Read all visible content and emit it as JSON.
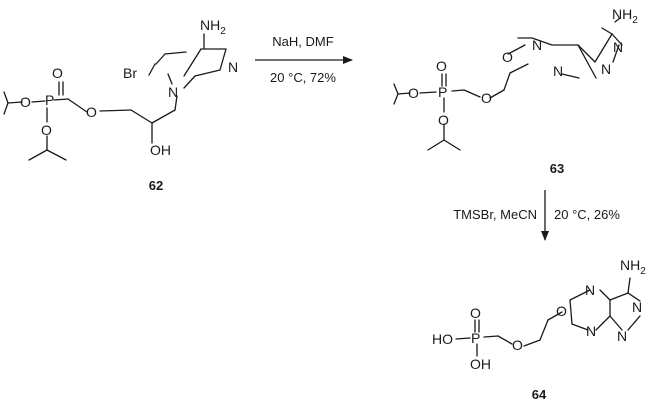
{
  "scheme": {
    "compounds": [
      {
        "id": "c62",
        "label": "62"
      },
      {
        "id": "c63",
        "label": "63"
      },
      {
        "id": "c64",
        "label": "64"
      }
    ],
    "steps": [
      {
        "reagents": "NaH, DMF",
        "conditions": "20 °C, 72%"
      },
      {
        "reagents": "TMSBr, MeCN",
        "conditions": "20 °C, 26%"
      }
    ]
  }
}
